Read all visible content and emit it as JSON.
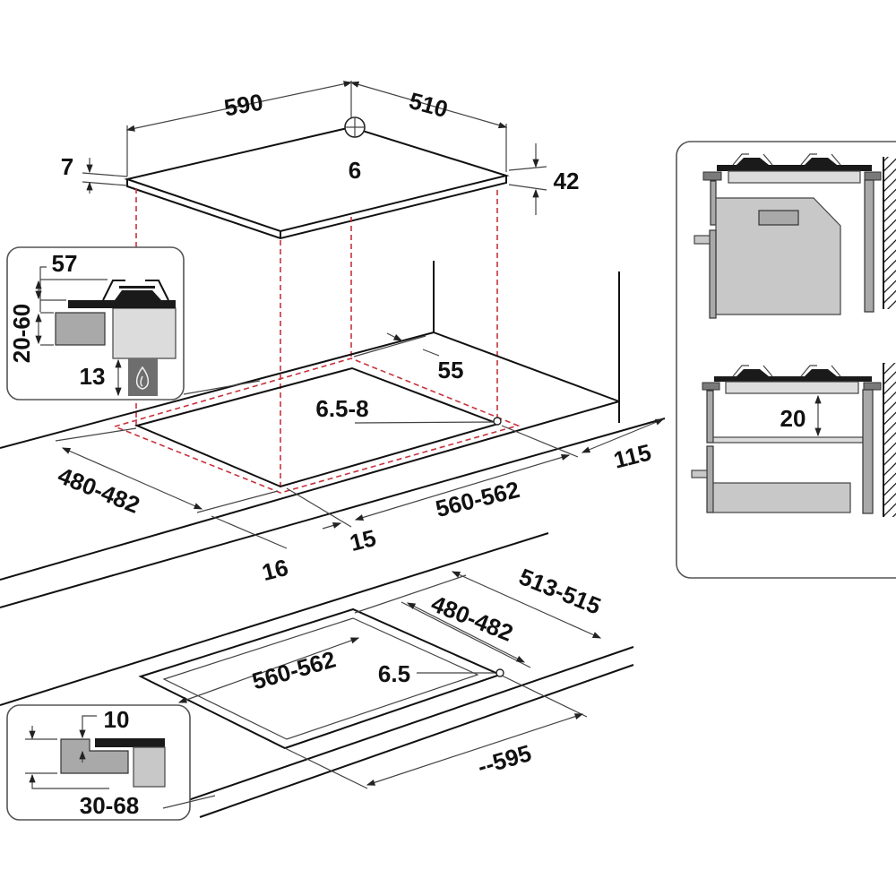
{
  "hob": {
    "width": "590",
    "depth": "510",
    "gas_inlet": "6",
    "glass_thickness": "7",
    "height": "42"
  },
  "inset_burner": {
    "height_range": "20-60",
    "top": "57",
    "gas_clearance": "13",
    "icon": "gas-flame-icon"
  },
  "cutout_top": {
    "depth": "480-482",
    "width": "560-562",
    "rear_clearance": "55",
    "corner_radius": "6.5-8",
    "side_clearance": "115",
    "front_clearance_15": "15",
    "front_clearance_16": "16"
  },
  "cutout_flush": {
    "outer_depth": "513-515",
    "inner_depth": "480-482",
    "inner_width": "560-562",
    "corner_radius": "6.5",
    "outer_width": "--595"
  },
  "flush_detail": {
    "rebate": "10",
    "worktop_thickness": "30-68"
  },
  "installation": {
    "gap": "20"
  }
}
